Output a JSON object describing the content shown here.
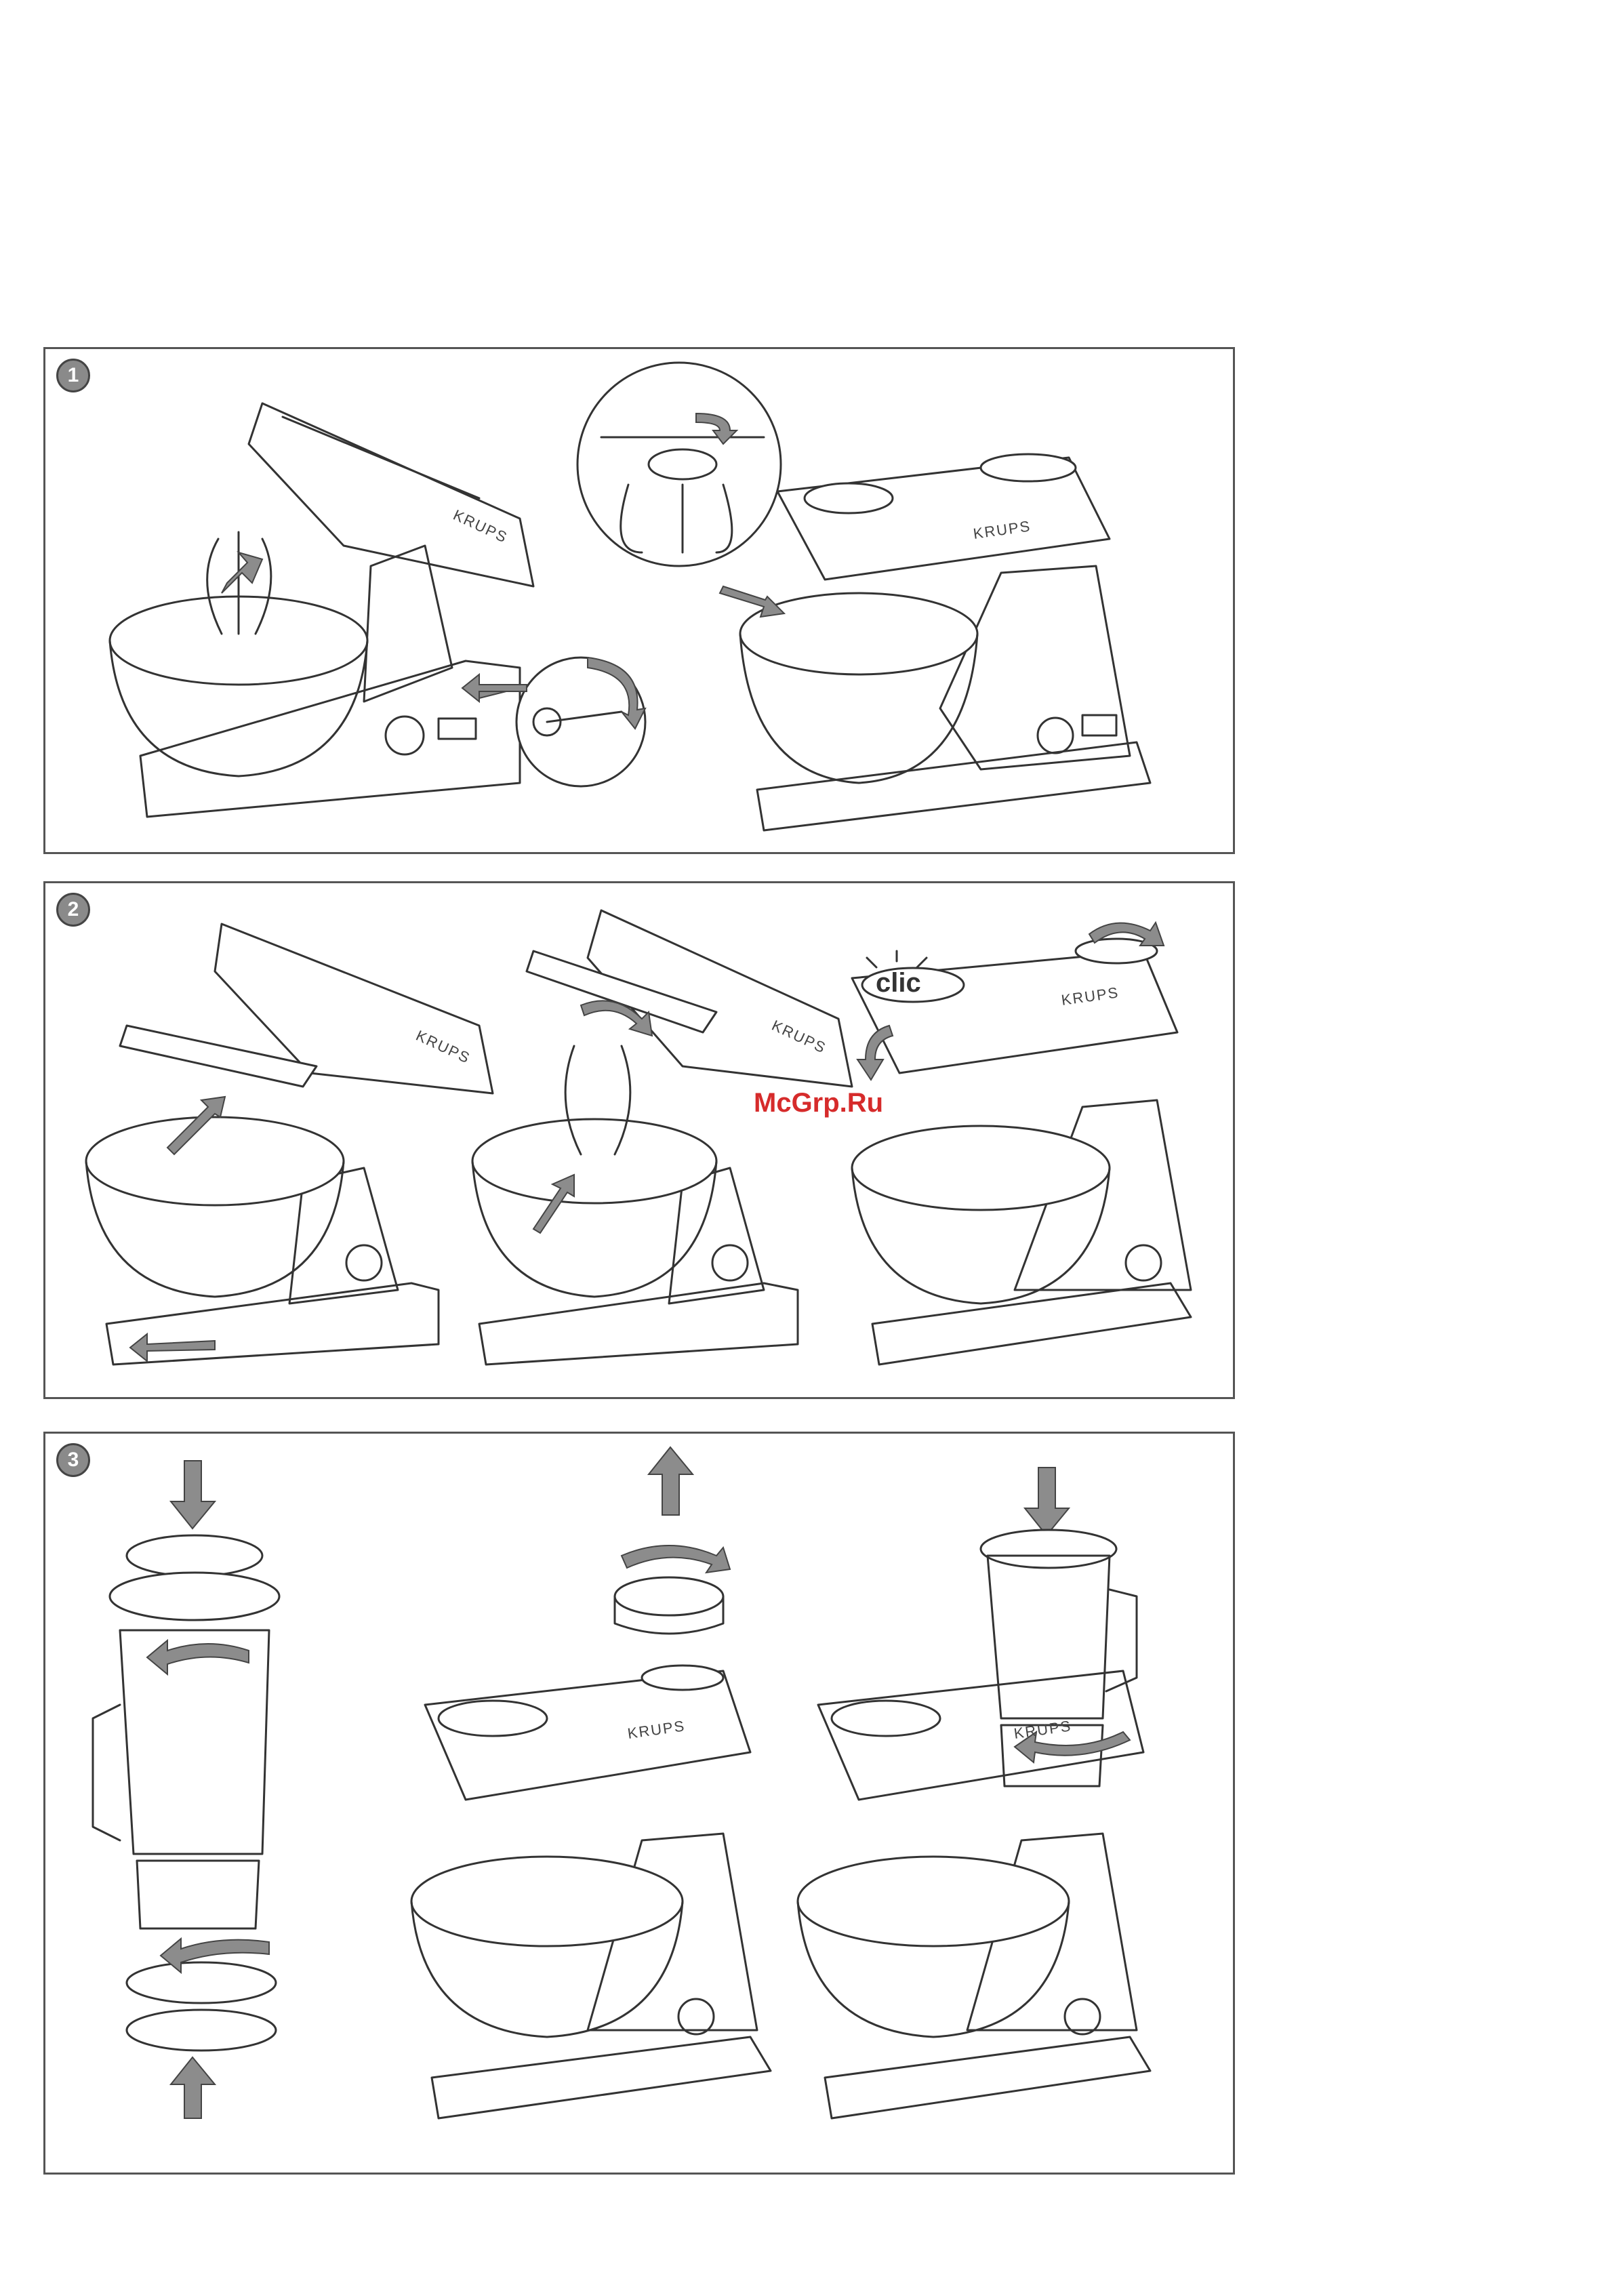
{
  "panels": [
    {
      "number": "1",
      "brand_labels": [
        "KRUPS",
        "KRUPS"
      ]
    },
    {
      "number": "2",
      "brand_labels": [
        "KRUPS",
        "KRUPS",
        "KRUPS"
      ],
      "click_label": "clic"
    },
    {
      "number": "3",
      "brand_labels": [
        "KRUPS",
        "KRUPS"
      ]
    }
  ],
  "watermark": "McGrp.Ru",
  "colors": {
    "frame": "#555555",
    "arrow": "#8c8c8c",
    "watermark": "#d62b2b"
  }
}
